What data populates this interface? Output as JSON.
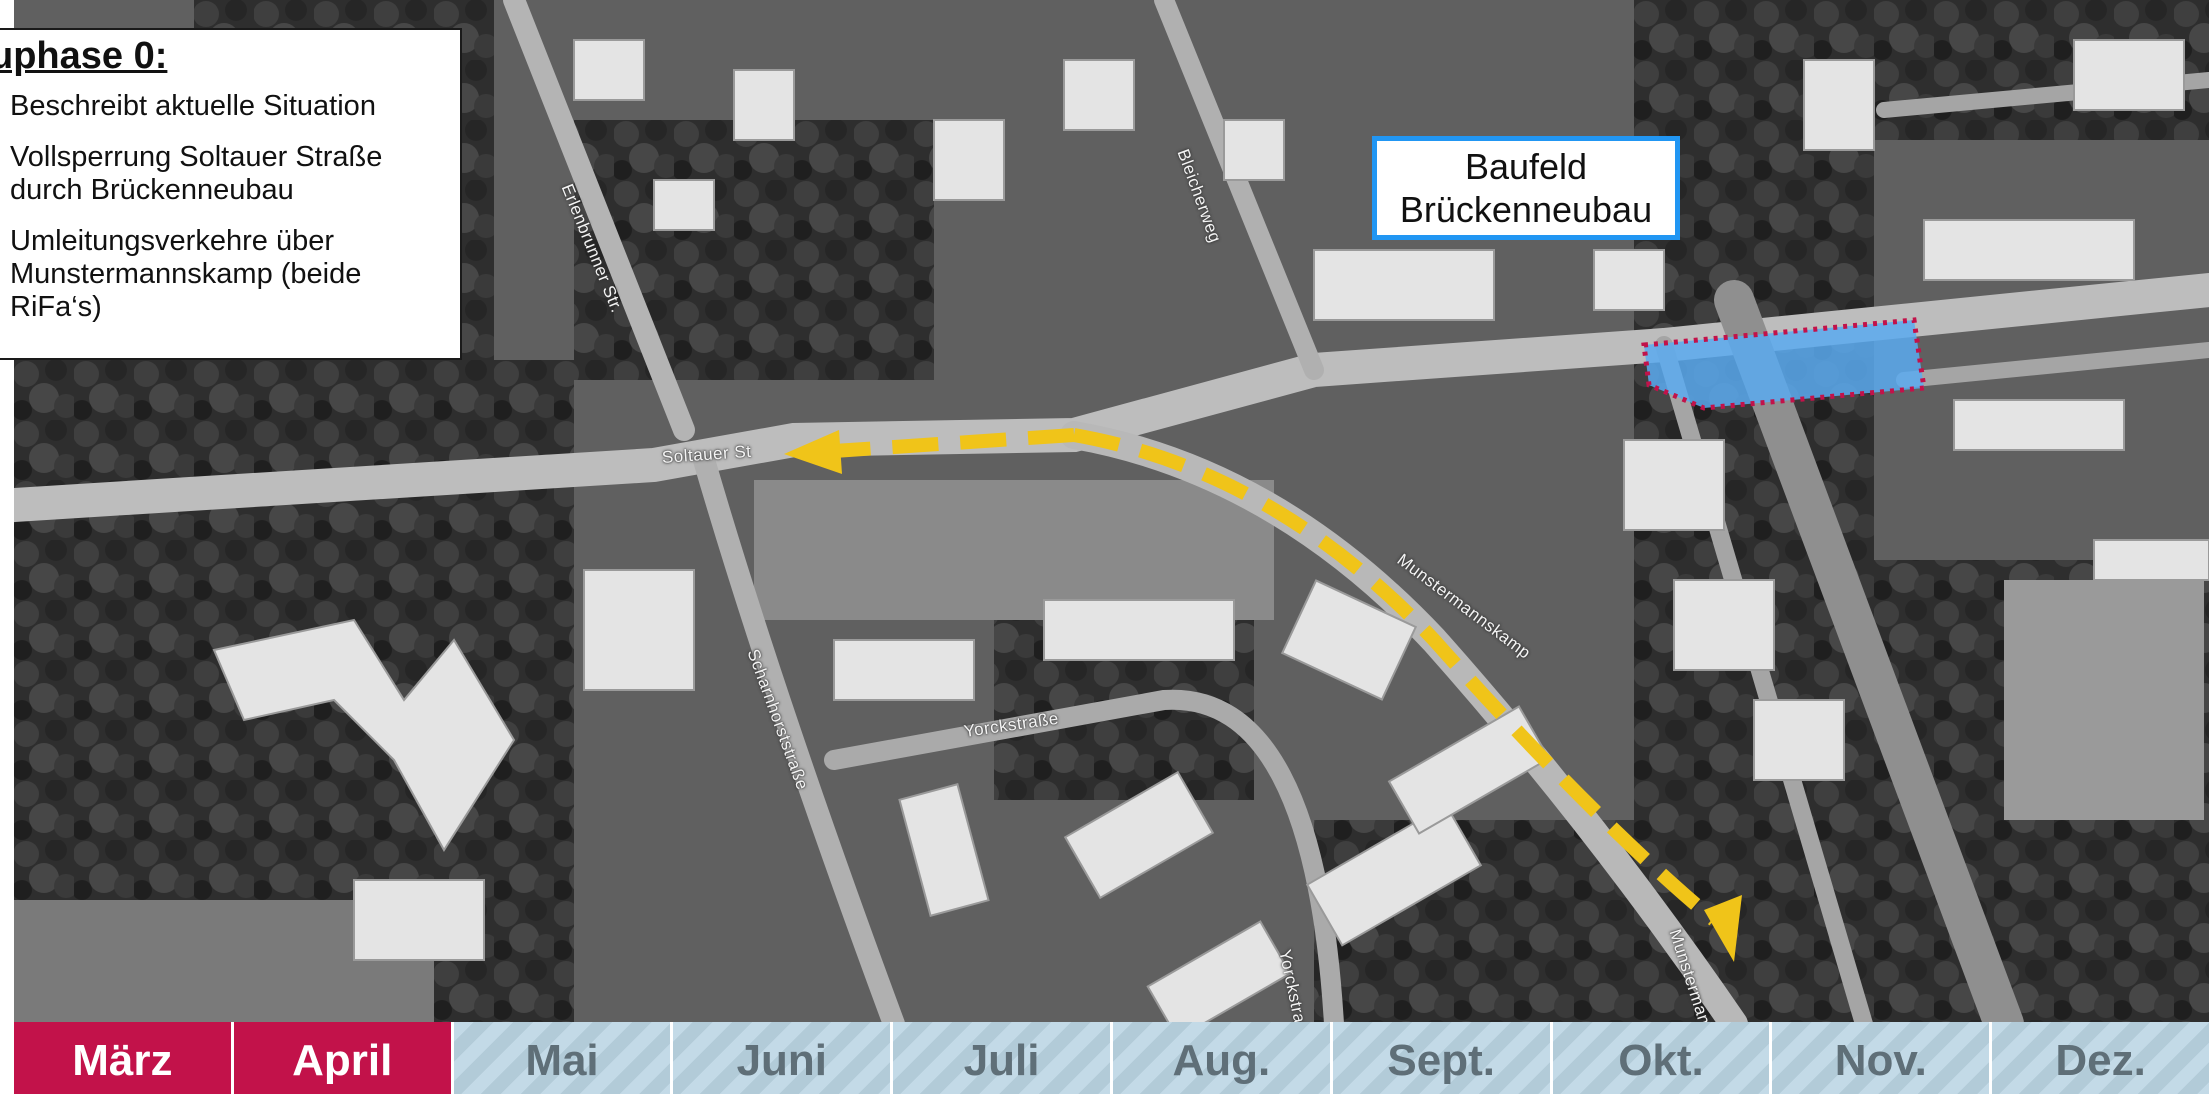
{
  "phase": {
    "title": "uphase 0:",
    "items": [
      "Beschreibt aktuelle Situation",
      "Vollsperrung Soltauer Straße durch Brückenneubau",
      "Umleitungsverkehre über Munstermannskamp (beide RiFa‘s)"
    ]
  },
  "map": {
    "construction_label": "Baufeld\nBrückenneubau",
    "streets": {
      "soltauer": "Soltauer St",
      "munstermannskamp": "Munstermannskamp",
      "munstermannskamp_south": "Munstermannska",
      "yorckstrasse": "Yorckstraße",
      "yorckstrasse_vertical": "Yorckstraße",
      "scharnhorststrasse": "Scharnhorststraße",
      "erlenbrunner": "Erlenbrunner Str.",
      "bleicher": "Bleicherweg"
    },
    "colors": {
      "detour_arrow": "#f0c419",
      "construction_fill": "#5aaaf0",
      "construction_border": "#c2124a",
      "label_border": "#2196f3"
    }
  },
  "timeline": {
    "months": [
      "März",
      "April",
      "Mai",
      "Juni",
      "Juli",
      "Aug.",
      "Sept.",
      "Okt.",
      "Nov.",
      "Dez."
    ],
    "active": [
      "März",
      "April"
    ],
    "active_color": "#c2124a",
    "inactive_color": "#bcd6e4"
  }
}
